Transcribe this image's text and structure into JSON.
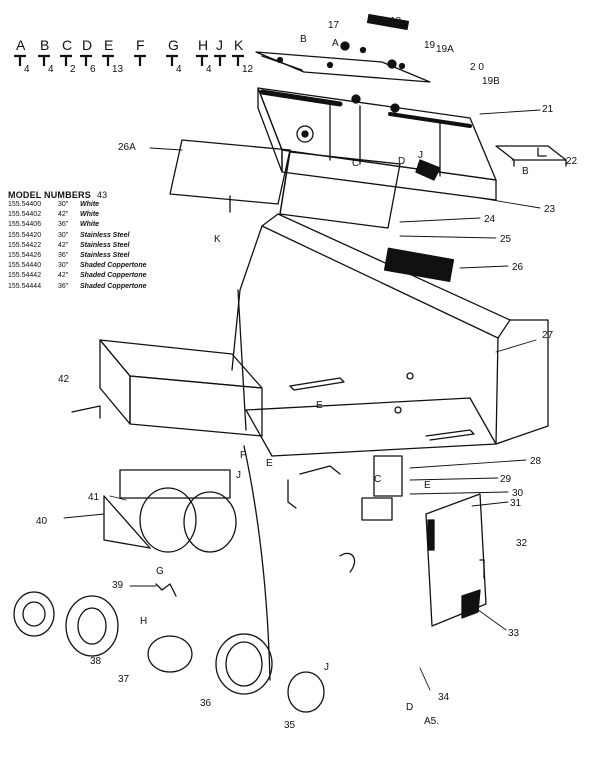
{
  "hardware": [
    {
      "letter": "A",
      "qty": "4"
    },
    {
      "letter": "B",
      "qty": "4"
    },
    {
      "letter": "C",
      "qty": "2"
    },
    {
      "letter": "D",
      "qty": "6"
    },
    {
      "letter": "E",
      "qty": "13"
    },
    {
      "letter": "F",
      "qty": ""
    },
    {
      "letter": "G",
      "qty": "4"
    },
    {
      "letter": "H",
      "qty": "4"
    },
    {
      "letter": "J",
      "qty": ""
    },
    {
      "letter": "K",
      "qty": "12"
    }
  ],
  "model_block": {
    "heading": "MODEL NUMBERS",
    "heading_num": "43",
    "rows": [
      {
        "model": "155.54400",
        "size": "30\"",
        "finish": "White"
      },
      {
        "model": "155.54402",
        "size": "42\"",
        "finish": "White"
      },
      {
        "model": "155.54406",
        "size": "36\"",
        "finish": "White"
      },
      {
        "model": "155.54420",
        "size": "30\"",
        "finish": "Stainless Steel"
      },
      {
        "model": "155.54422",
        "size": "42\"",
        "finish": "Stainless Steel"
      },
      {
        "model": "155.54426",
        "size": "36\"",
        "finish": "Stainless Steel"
      },
      {
        "model": "155.54440",
        "size": "30\"",
        "finish": "Shaded Coppertone"
      },
      {
        "model": "155.54442",
        "size": "42\"",
        "finish": "Shaded Coppertone"
      },
      {
        "model": "155.54444",
        "size": "36\"",
        "finish": "Shaded Coppertone"
      }
    ]
  },
  "callouts": {
    "n17": "17",
    "n18": "18",
    "n19": "19",
    "n19a": "19A",
    "n20": "2 0",
    "n19b": "19B",
    "n21": "21",
    "n22": "22",
    "n23": "23",
    "n24": "24",
    "n25": "25",
    "n26": "26",
    "n26a": "26A",
    "n27": "27",
    "n28": "28",
    "n29": "29",
    "n30": "30",
    "n31": "31",
    "n32": "32",
    "n33": "33",
    "n34": "34",
    "n35": "35",
    "n36": "36",
    "n37": "37",
    "n38": "38",
    "n39": "39",
    "n40": "40",
    "n41": "41",
    "n42": "42"
  },
  "letters": {
    "b_top": "B",
    "a_top": "A",
    "b_right": "B",
    "c_mid": "C",
    "d_mid": "D",
    "j_mid": "J",
    "k_mid": "K",
    "e_a": "E",
    "f_a": "F",
    "e_b": "E",
    "c_b": "C",
    "e_c": "E",
    "g_a": "G",
    "h_a": "H",
    "j_b": "J",
    "d_b": "D",
    "j_c": "J"
  },
  "footer_code": "A5."
}
